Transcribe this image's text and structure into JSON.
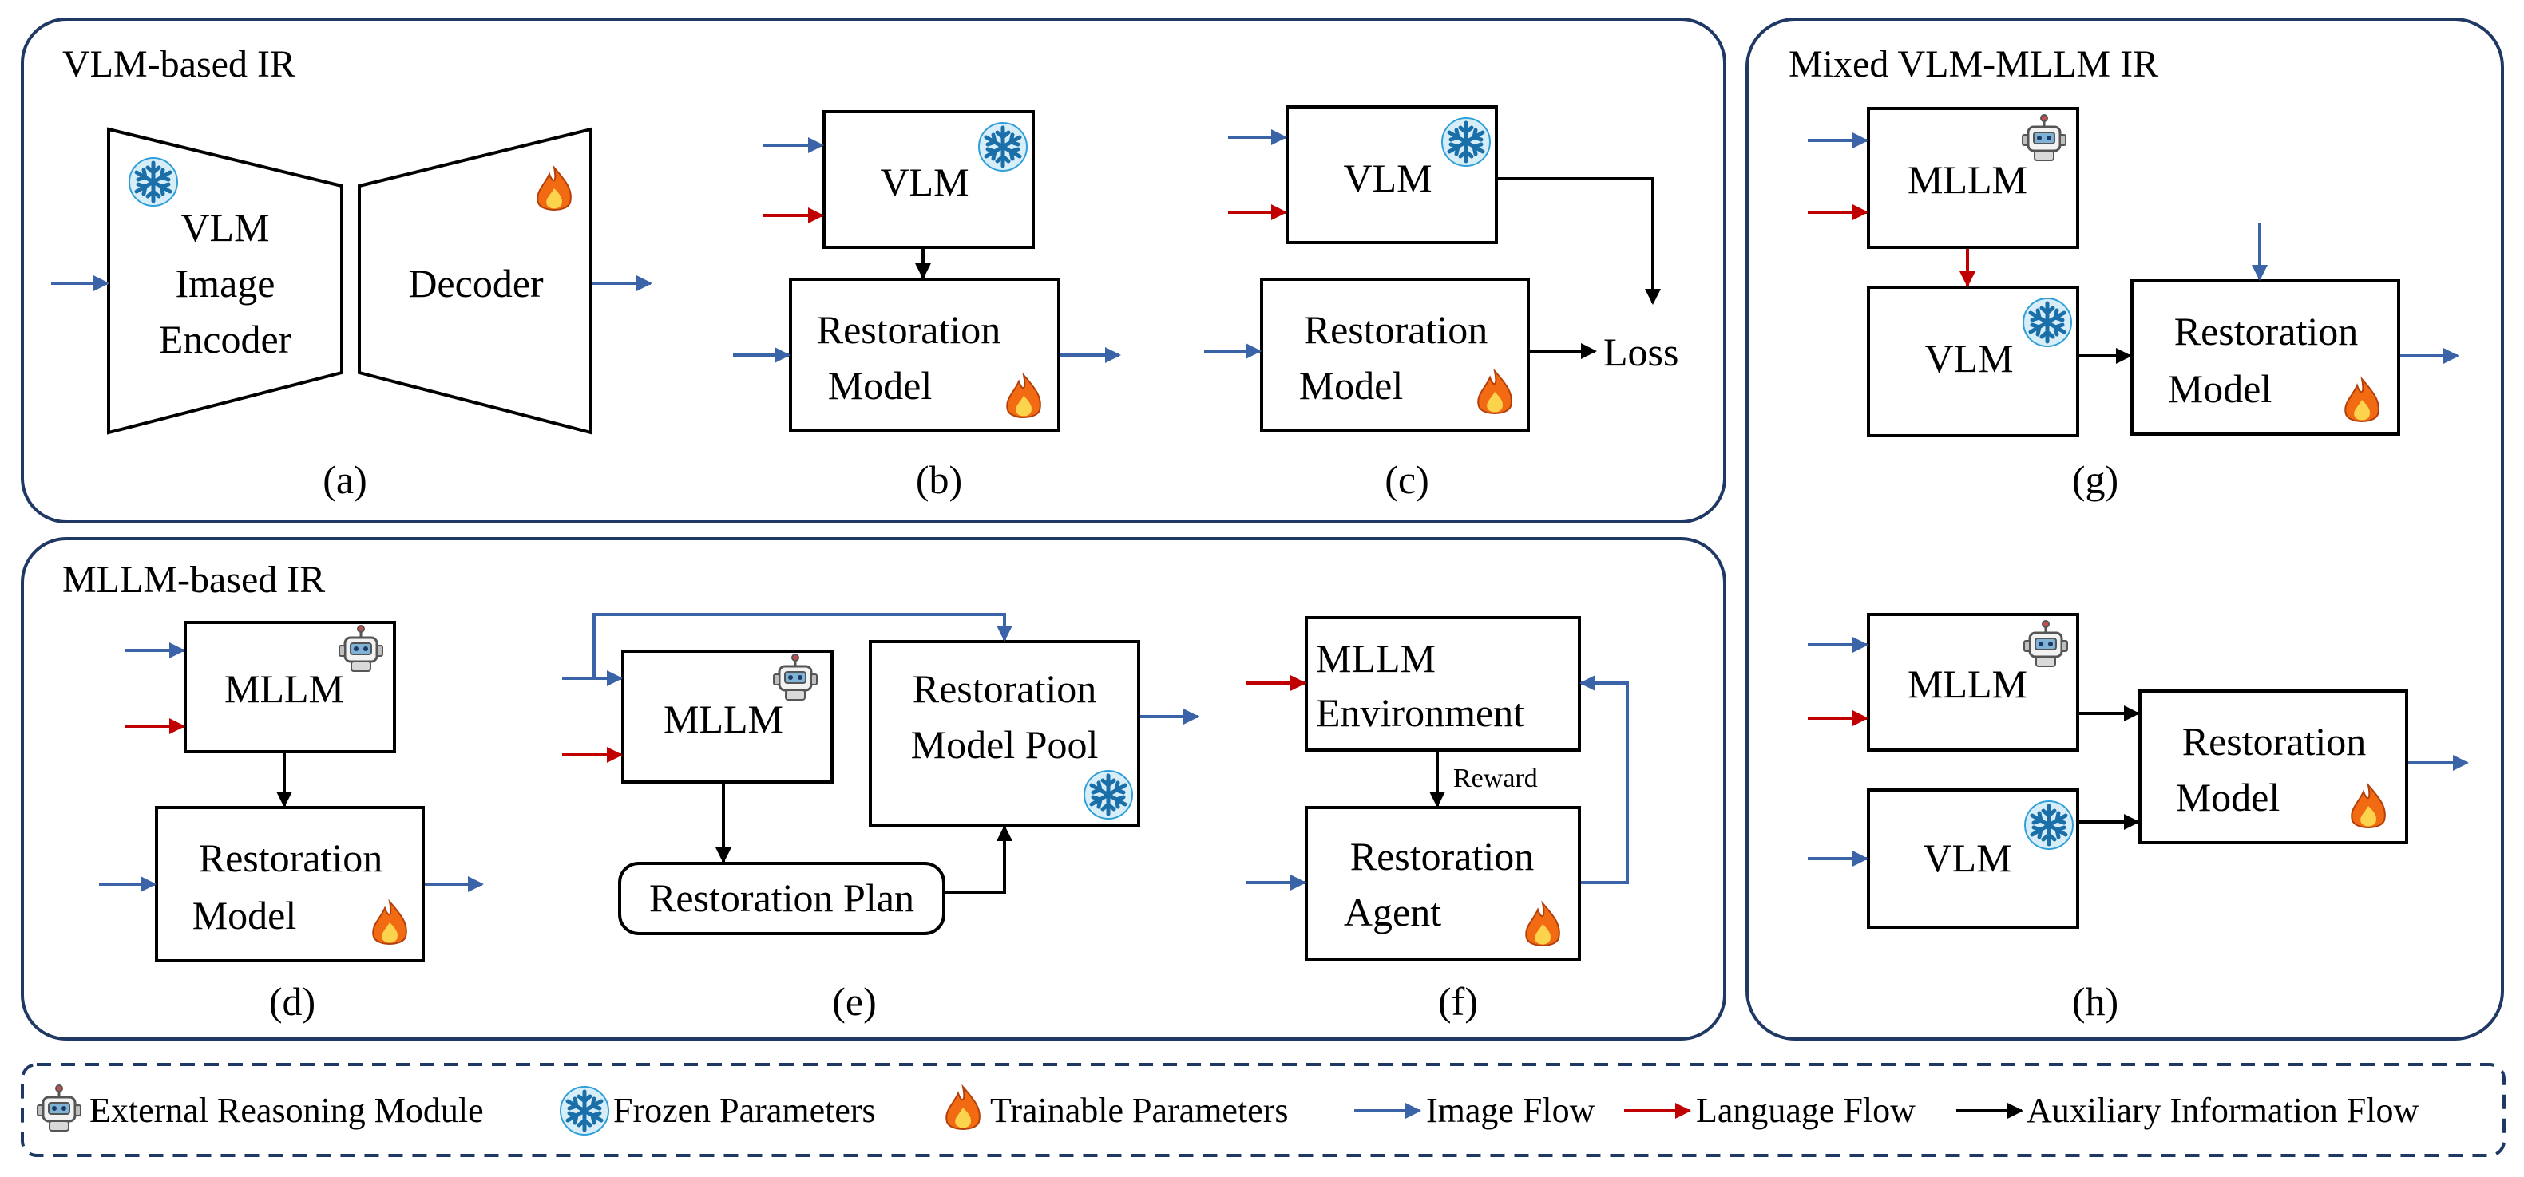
{
  "sections": {
    "vlm": "VLM-based IR",
    "mllm": "MLLM-based IR",
    "mixed": "Mixed VLM-MLLM IR"
  },
  "labels": {
    "a": "(a)",
    "b": "(b)",
    "c": "(c)",
    "d": "(d)",
    "e": "(e)",
    "f": "(f)",
    "g": "(g)",
    "h": "(h)"
  },
  "nodes": {
    "vlm": "VLM",
    "mllm": "MLLM",
    "image": "Image",
    "encoder": "Encoder",
    "decoder": "Decoder",
    "restoration": "Restoration",
    "model": "Model",
    "loss": "Loss",
    "plan": "Restoration Plan",
    "model_pool": "Model Pool",
    "environment": "Environment",
    "agent": "Agent",
    "reward": "Reward"
  },
  "legend": {
    "reasoning": "External Reasoning Module",
    "frozen": "Frozen Parameters",
    "trainable": "Trainable Parameters",
    "image_flow": "Image Flow",
    "language_flow": "Language Flow",
    "aux_flow": "Auxiliary Information Flow"
  },
  "colors": {
    "image_flow": "#3a63a8",
    "language_flow": "#c00000",
    "aux_flow": "#000000",
    "panel_border": "#1f3864",
    "frozen": "#2f9fd8",
    "trainable": "#f26b12"
  },
  "icons": [
    "robot-icon",
    "snowflake-icon",
    "flame-icon"
  ]
}
